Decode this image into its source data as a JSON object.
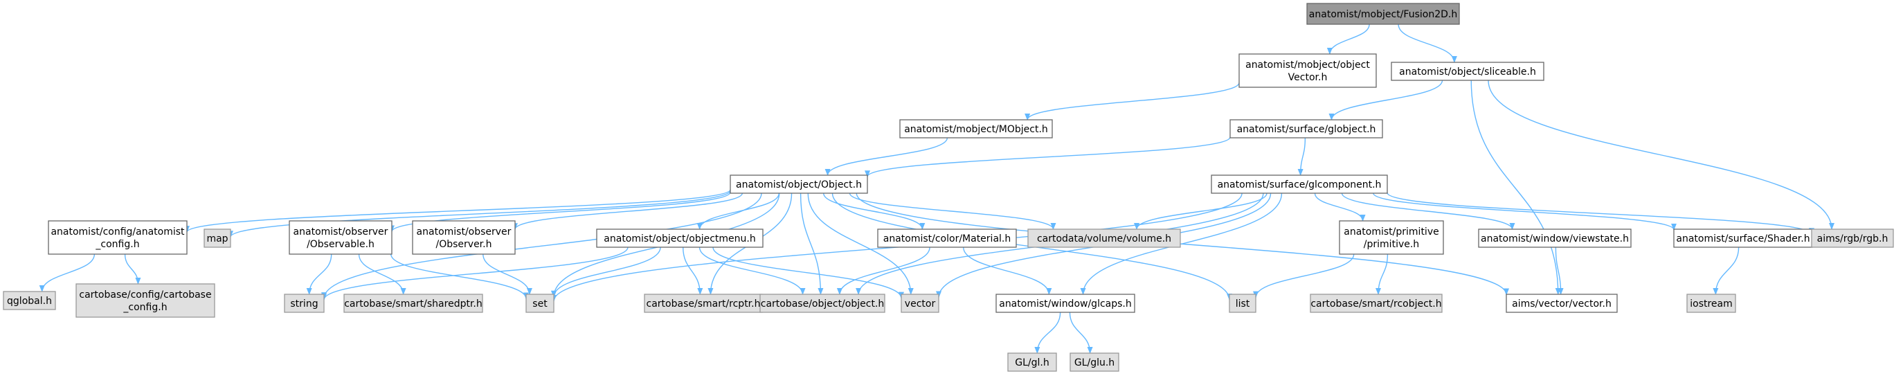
{
  "graph": {
    "title": "anatomist/mobject/Fusion2D.h",
    "colors": {
      "root_fill": "#999999",
      "internal_fill": "#ffffff",
      "external_fill": "#e0e0e0",
      "border": "#666666",
      "external_border": "#999999",
      "edge": "#63b8ff"
    },
    "nodes": [
      {
        "id": "fusion2d",
        "kind": "root",
        "lines": [
          "anatomist/mobject/Fusion2D.h"
        ]
      },
      {
        "id": "objectvector",
        "kind": "internal",
        "lines": [
          "anatomist/mobject/object",
          "Vector.h"
        ]
      },
      {
        "id": "sliceable",
        "kind": "internal",
        "lines": [
          "anatomist/object/sliceable.h"
        ]
      },
      {
        "id": "mobject",
        "kind": "internal",
        "lines": [
          "anatomist/mobject/MObject.h"
        ]
      },
      {
        "id": "globject",
        "kind": "internal",
        "lines": [
          "anatomist/surface/globject.h"
        ]
      },
      {
        "id": "object",
        "kind": "internal",
        "lines": [
          "anatomist/object/Object.h"
        ]
      },
      {
        "id": "glcomponent",
        "kind": "internal",
        "lines": [
          "anatomist/surface/glcomponent.h"
        ]
      },
      {
        "id": "anaconfig",
        "kind": "internal",
        "lines": [
          "anatomist/config/anatomist",
          "_config.h"
        ]
      },
      {
        "id": "map",
        "kind": "external",
        "lines": [
          "map"
        ]
      },
      {
        "id": "observable",
        "kind": "internal",
        "lines": [
          "anatomist/observer",
          "/Observable.h"
        ]
      },
      {
        "id": "observer",
        "kind": "internal",
        "lines": [
          "anatomist/observer",
          "/Observer.h"
        ]
      },
      {
        "id": "objectmenu",
        "kind": "internal",
        "lines": [
          "anatomist/object/objectmenu.h"
        ]
      },
      {
        "id": "material",
        "kind": "internal",
        "lines": [
          "anatomist/color/Material.h"
        ]
      },
      {
        "id": "volume",
        "kind": "external",
        "lines": [
          "cartodata/volume/volume.h"
        ]
      },
      {
        "id": "primitive",
        "kind": "internal",
        "lines": [
          "anatomist/primitive",
          "/primitive.h"
        ]
      },
      {
        "id": "viewstate",
        "kind": "internal",
        "lines": [
          "anatomist/window/viewstate.h"
        ]
      },
      {
        "id": "shader",
        "kind": "internal",
        "lines": [
          "anatomist/surface/Shader.h"
        ]
      },
      {
        "id": "rgb",
        "kind": "external",
        "lines": [
          "aims/rgb/rgb.h"
        ]
      },
      {
        "id": "qglobal",
        "kind": "external",
        "lines": [
          "qglobal.h"
        ]
      },
      {
        "id": "cbconfig",
        "kind": "external",
        "lines": [
          "cartobase/config/cartobase",
          "_config.h"
        ]
      },
      {
        "id": "string",
        "kind": "external",
        "lines": [
          "string"
        ]
      },
      {
        "id": "sharedptr",
        "kind": "external",
        "lines": [
          "cartobase/smart/sharedptr.h"
        ]
      },
      {
        "id": "set",
        "kind": "external",
        "lines": [
          "set"
        ]
      },
      {
        "id": "rcptr",
        "kind": "external",
        "lines": [
          "cartobase/smart/rcptr.h"
        ]
      },
      {
        "id": "cbobject",
        "kind": "external",
        "lines": [
          "cartobase/object/object.h"
        ]
      },
      {
        "id": "vector",
        "kind": "external",
        "lines": [
          "vector"
        ]
      },
      {
        "id": "glcaps",
        "kind": "internal",
        "lines": [
          "anatomist/window/glcaps.h"
        ]
      },
      {
        "id": "list",
        "kind": "external",
        "lines": [
          "list"
        ]
      },
      {
        "id": "rcobject",
        "kind": "external",
        "lines": [
          "cartobase/smart/rcobject.h"
        ]
      },
      {
        "id": "aimsvector",
        "kind": "internal",
        "lines": [
          "aims/vector/vector.h"
        ]
      },
      {
        "id": "iostream",
        "kind": "external",
        "lines": [
          "iostream"
        ]
      },
      {
        "id": "glh",
        "kind": "external",
        "lines": [
          "GL/gl.h"
        ]
      },
      {
        "id": "gluh",
        "kind": "external",
        "lines": [
          "GL/glu.h"
        ]
      }
    ],
    "edges": [
      [
        "fusion2d",
        "objectvector"
      ],
      [
        "fusion2d",
        "sliceable"
      ],
      [
        "objectvector",
        "mobject"
      ],
      [
        "mobject",
        "object"
      ],
      [
        "sliceable",
        "globject"
      ],
      [
        "sliceable",
        "rgb"
      ],
      [
        "sliceable",
        "aimsvector"
      ],
      [
        "globject",
        "object"
      ],
      [
        "globject",
        "glcomponent"
      ],
      [
        "object",
        "anaconfig"
      ],
      [
        "object",
        "map"
      ],
      [
        "object",
        "string"
      ],
      [
        "object",
        "observable"
      ],
      [
        "object",
        "observer"
      ],
      [
        "object",
        "set"
      ],
      [
        "object",
        "objectmenu"
      ],
      [
        "object",
        "rcptr"
      ],
      [
        "object",
        "cbobject"
      ],
      [
        "object",
        "vector"
      ],
      [
        "object",
        "material"
      ],
      [
        "object",
        "volume"
      ],
      [
        "object",
        "list"
      ],
      [
        "object",
        "aimsvector"
      ],
      [
        "anaconfig",
        "qglobal"
      ],
      [
        "anaconfig",
        "cbconfig"
      ],
      [
        "observable",
        "string"
      ],
      [
        "observable",
        "sharedptr"
      ],
      [
        "observable",
        "set"
      ],
      [
        "observer",
        "set"
      ],
      [
        "objectmenu",
        "string"
      ],
      [
        "objectmenu",
        "set"
      ],
      [
        "objectmenu",
        "rcptr"
      ],
      [
        "objectmenu",
        "cbobject"
      ],
      [
        "objectmenu",
        "vector"
      ],
      [
        "material",
        "cbobject"
      ],
      [
        "material",
        "glcaps"
      ],
      [
        "glcomponent",
        "set"
      ],
      [
        "glcomponent",
        "volume"
      ],
      [
        "glcomponent",
        "cbobject"
      ],
      [
        "glcomponent",
        "vector"
      ],
      [
        "glcomponent",
        "glcaps"
      ],
      [
        "glcomponent",
        "primitive"
      ],
      [
        "glcomponent",
        "viewstate"
      ],
      [
        "glcomponent",
        "shader"
      ],
      [
        "glcomponent",
        "rgb"
      ],
      [
        "primitive",
        "list"
      ],
      [
        "primitive",
        "rcobject"
      ],
      [
        "viewstate",
        "aimsvector"
      ],
      [
        "shader",
        "iostream"
      ],
      [
        "glcaps",
        "glh"
      ],
      [
        "glcaps",
        "gluh"
      ]
    ]
  }
}
